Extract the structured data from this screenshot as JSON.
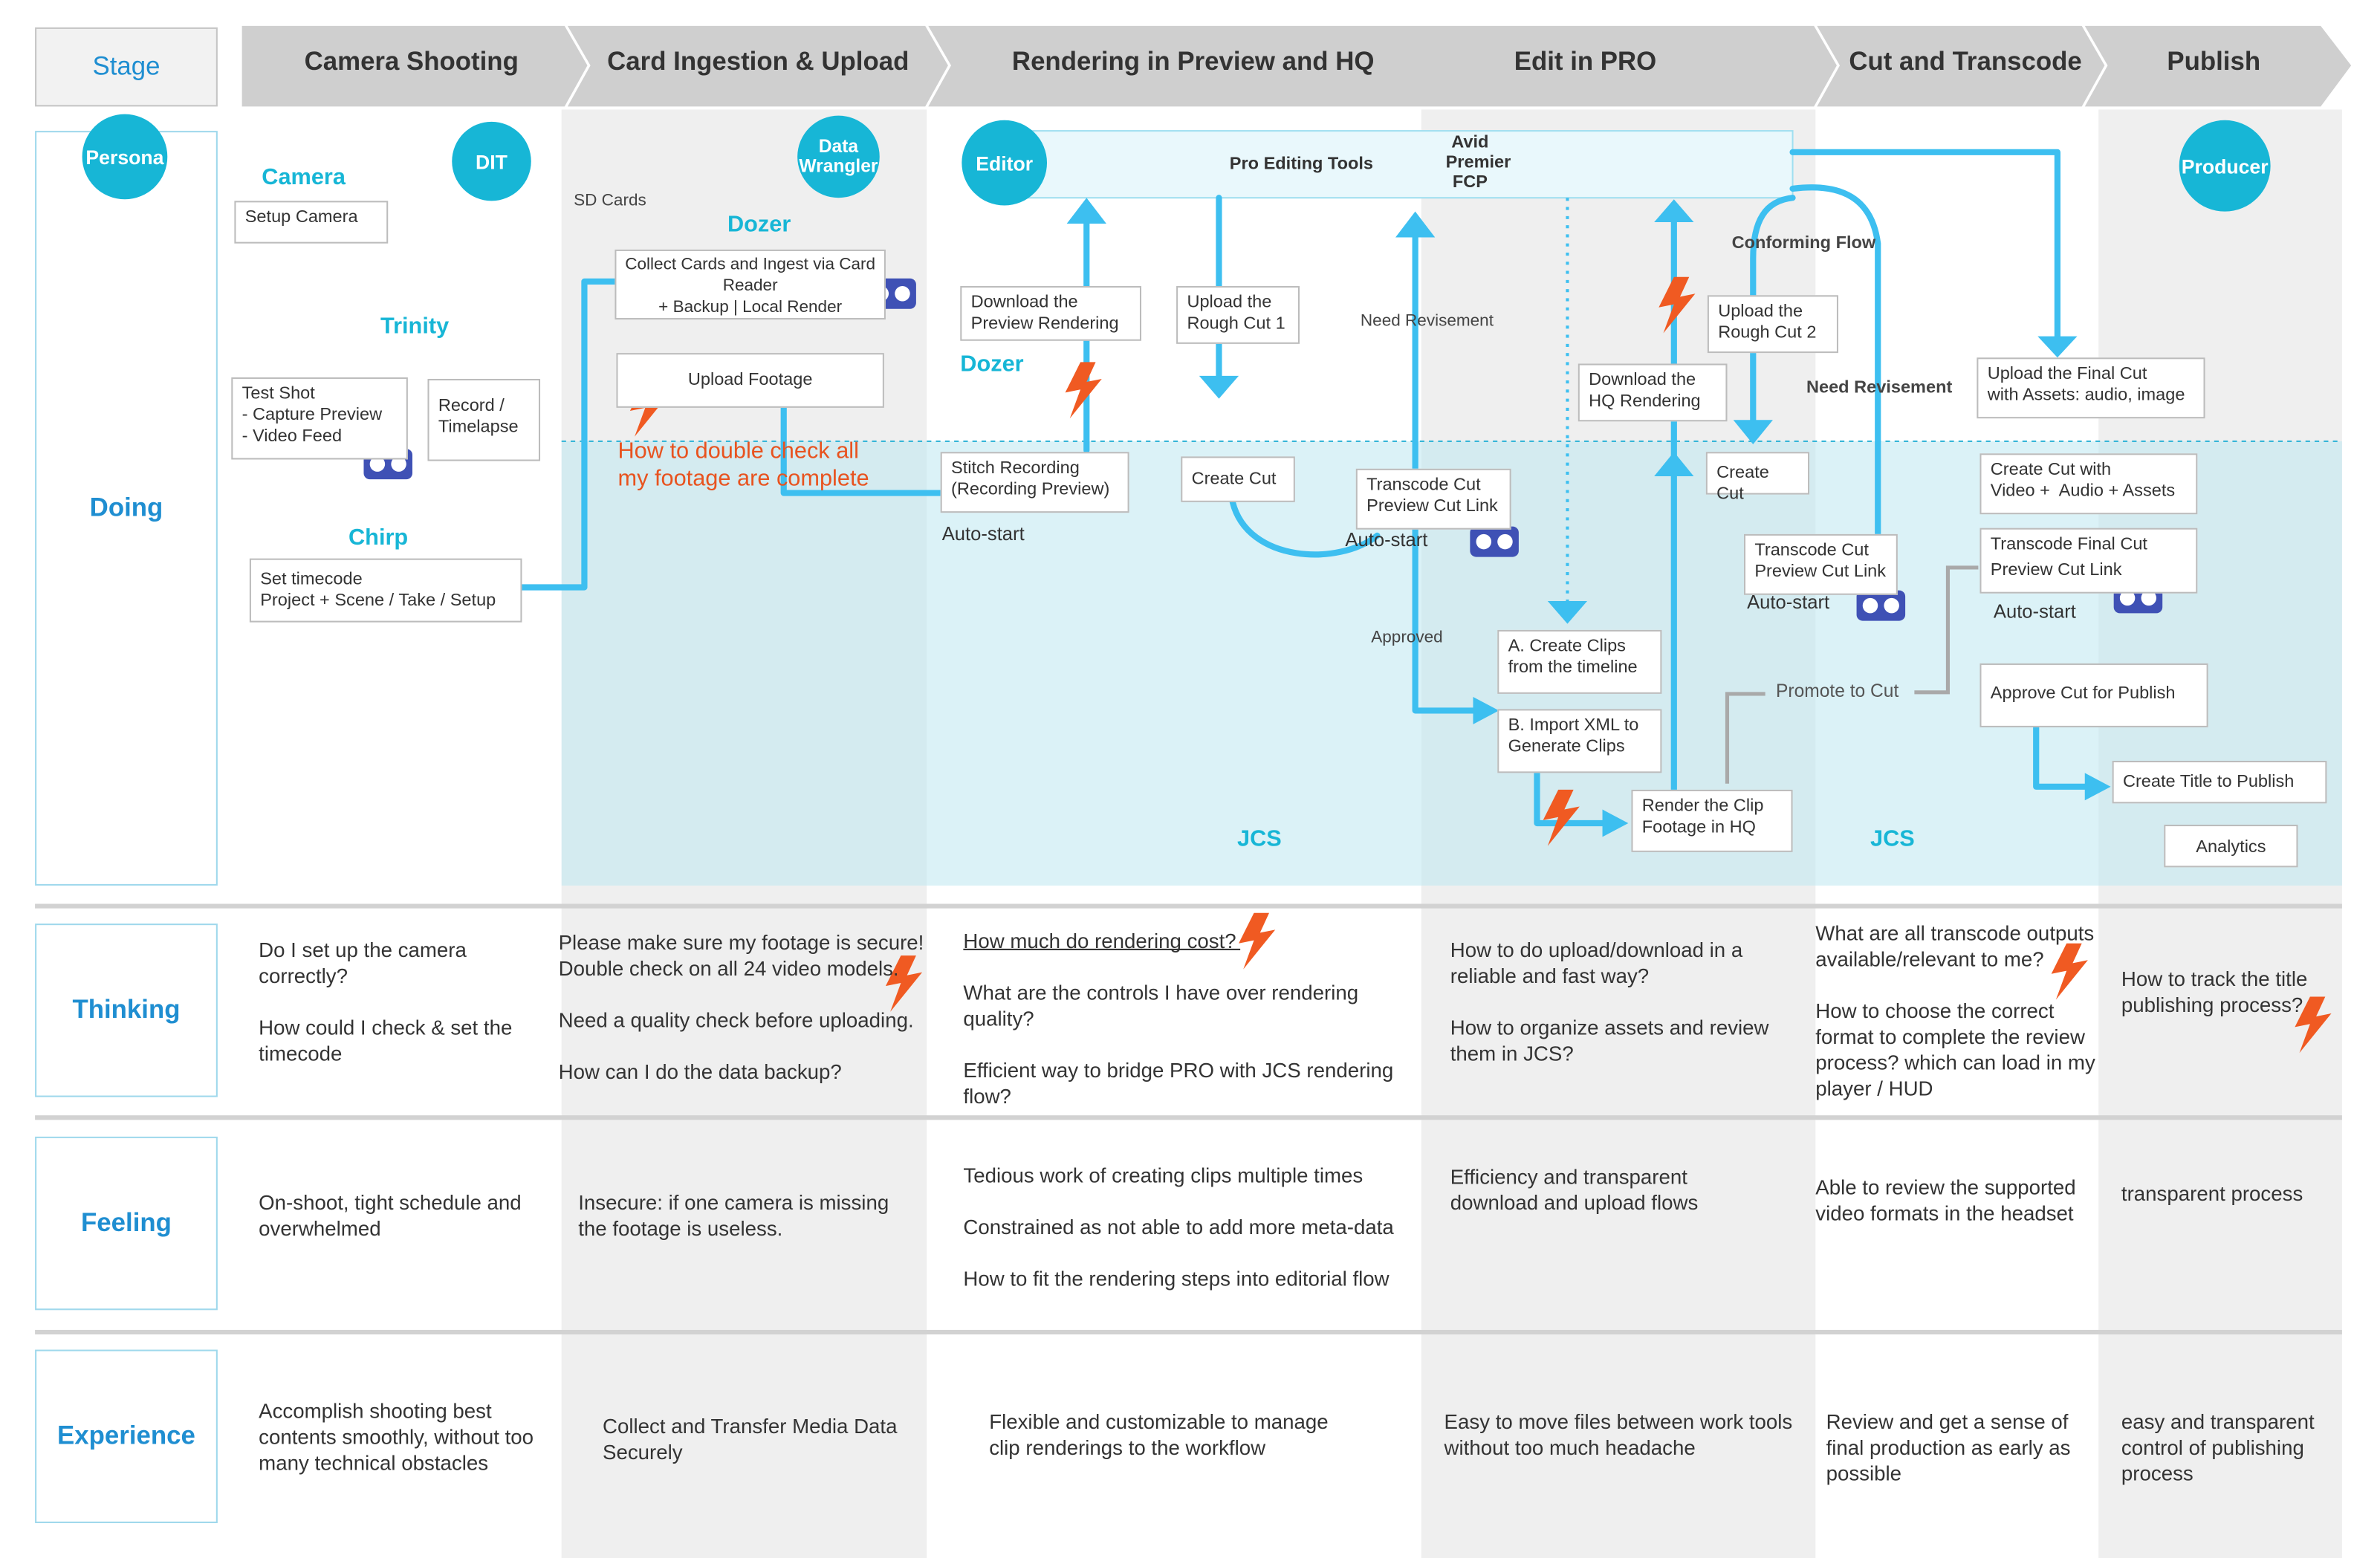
{
  "stage_label": "Stage",
  "stages": [
    "Camera Shooting",
    "Card Ingestion & Upload",
    "Rendering in Preview and HQ",
    "Edit in PRO",
    "Cut and Transcode",
    "Publish"
  ],
  "lanes": {
    "doing": "Doing",
    "thinking": "Thinking",
    "feeling": "Feeling",
    "experience": "Experience"
  },
  "personas": {
    "persona": "Persona",
    "dit": "DIT",
    "data_wrangler": "Data Wrangler",
    "editor": "Editor",
    "producer": "Producer"
  },
  "tools": {
    "camera": "Camera",
    "trinity": "Trinity",
    "chirp": "Chirp",
    "dozer1": "Dozer",
    "dozer2": "Dozer",
    "jcs1": "JCS",
    "jcs2": "JCS"
  },
  "doing": {
    "setup_camera": "Setup Camera",
    "test_shot": "Test Shot\n- Capture Preview\n- Video Feed",
    "record": "Record /\nTimelapse",
    "set_timecode": "Set timecode\nProject + Scene / Take / Setup",
    "sd_cards": "SD Cards",
    "collect_cards": "Collect Cards and Ingest via Card Reader\n+ Backup | Local Render",
    "upload_footage": "Upload Footage",
    "double_check": "How to double check all\nmy footage are complete",
    "pro_tools": "Pro Editing Tools",
    "pro_tools_list": "Avid\nPremier\nFCP",
    "download_preview": "Download the\nPreview Rendering",
    "upload_rough1": "Upload the\nRough Cut 1",
    "stitch_recording": "Stitch Recording\n(Recording Preview)",
    "auto_start_1": "Auto-start",
    "create_cut_1": "Create Cut",
    "need_revisement_1": "Need Revisement",
    "transcode_cut_1": "Transcode Cut\nPreview Cut Link",
    "auto_start_2": "Auto-start",
    "approved": "Approved",
    "create_clips": "A. Create Clips\nfrom the timeline",
    "import_xml": "B. Import XML to\nGenerate Clips",
    "render_hq": "Render the Clip\nFootage in HQ",
    "download_hq": "Download the\nHQ Rendering",
    "conforming_flow": "Conforming Flow",
    "upload_rough2": "Upload the\nRough Cut 2",
    "need_revisement_2": "Need Revisement",
    "create_cut_2": "Create Cut",
    "transcode_cut_2": "Transcode Cut\nPreview Cut Link",
    "auto_start_3": "Auto-start",
    "promote_to_cut": "Promote to Cut",
    "upload_final": "Upload the Final Cut\nwith Assets: audio, image",
    "create_cut_assets": "Create Cut with\nVideo +  Audio + Assets",
    "transcode_final": "Transcode Final Cut\nPreview Cut Link",
    "auto_start_4": "Auto-start",
    "approve_publish": "Approve Cut for Publish",
    "create_title": "Create Title to Publish",
    "analytics": "Analytics"
  },
  "thinking": [
    "Do I set up the camera correctly?\n\nHow could I check & set the timecode",
    "Please make sure my footage is secure! Double check on all 24 video models.\n\n Need a quality check before uploading.\n\n How can I do the data backup?",
    "How much do rendering cost?\n\nWhat are the controls I have over rendering quality?\n\nEfficient way to bridge PRO with JCS rendering flow?",
    "How to do upload/download in a reliable and fast way?\n\nHow to organize assets and review them in JCS?",
    "What are all transcode outputs available/relevant to me?\n\nHow to choose the correct format to complete the review process? which can load in my player / HUD",
    "How to track the title publishing process?"
  ],
  "feeling": [
    "On-shoot, tight schedule and overwhelmed",
    "Insecure: if one camera is missing the footage is useless.",
    "Tedious work of creating clips multiple times\n\nConstrained as not able to add more meta-data\n\nHow to fit the rendering steps into editorial flow",
    "Efficiency and transparent download and upload flows",
    "Able to review the supported video formats in the headset",
    "transparent process"
  ],
  "experience": [
    "Accomplish shooting best contents smoothly, without too many technical obstacles",
    "Collect and Transfer Media Data Securely",
    "Flexible and customizable to manage clip renderings to the workflow",
    "Easy to move files between work tools without too much headache",
    "Review and get a sense of final production as early as possible",
    "easy and transparent control of publishing process"
  ],
  "colors": {
    "accent": "#17b6d6",
    "flow": "#3dbff0",
    "pain": "#f05a22",
    "headset": "#3f51b5",
    "label": "#1f8ed1"
  }
}
